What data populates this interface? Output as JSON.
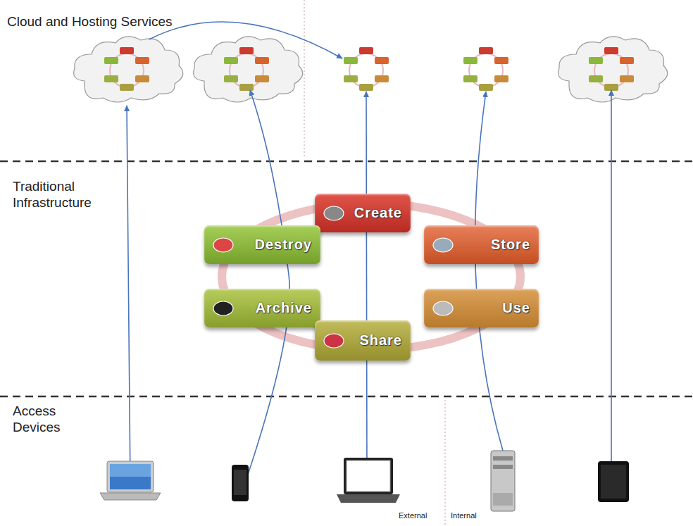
{
  "diagram": {
    "nodes": [
      {
        "text": [
          "Create"
        ]
      },
      {
        "text": [
          "Destroy"
        ]
      },
      {
        "text": [
          "Store"
        ]
      },
      {
        "text": [
          "Archive"
        ]
      },
      {
        "text": [
          "Use"
        ]
      },
      {
        "text": [
          "Share"
        ]
      }
    ],
    "labels": [
      "Cloud and Hosting Services",
      "Traditional Infrastructure",
      "Access Devices",
      "External",
      "Internal"
    ]
  }
}
